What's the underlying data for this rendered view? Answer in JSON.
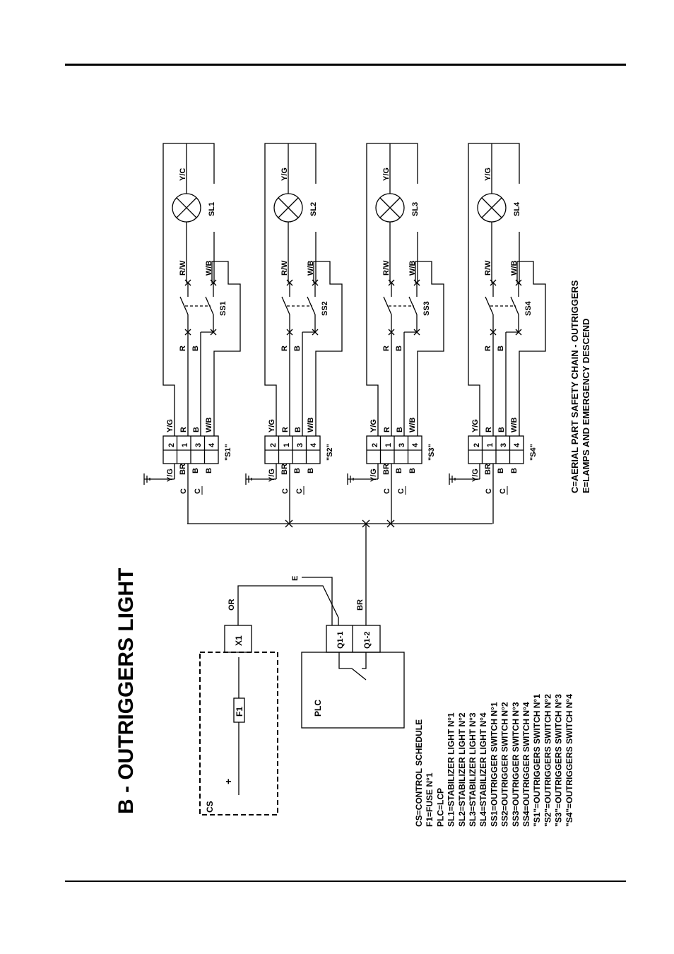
{
  "title": "B - OUTRIGGERS LIGHT",
  "cs_label": "CS",
  "plc_label": "PLC",
  "fuse_label": "F1",
  "plus_label": "+",
  "x1_label": "X1",
  "q1_1_label": "Q1-1",
  "q1_2_label": "Q1-2",
  "wire_or": "OR",
  "wire_br": "BR",
  "wire_e": "E",
  "branches": [
    {
      "lamp": "SL1",
      "switch": "SS1",
      "connector": "\"S1\"",
      "lamp_wire": "Y/C"
    },
    {
      "lamp": "SL2",
      "switch": "SS2",
      "connector": "\"S2\"",
      "lamp_wire": "Y/G"
    },
    {
      "lamp": "SL3",
      "switch": "SS3",
      "connector": "\"S3\"",
      "lamp_wire": "Y/G"
    },
    {
      "lamp": "SL4",
      "switch": "SS4",
      "connector": "\"S4\"",
      "lamp_wire": "Y/G"
    }
  ],
  "connector_pins": [
    "2",
    "1",
    "3",
    "4"
  ],
  "connector_left_wires": [
    "Y/G",
    "BR",
    "B",
    "B"
  ],
  "connector_right_wires": [
    "Y/G",
    "R",
    "B",
    "W/B"
  ],
  "c_label": "C",
  "switch_wires": {
    "r": "R",
    "b": "B",
    "rw": "R/W",
    "wb": "W/B"
  },
  "notes": [
    "C=AERIAL PART SAFETY CHAIN - OUTRIGGERS",
    "E=LAMPS AND EMERGENCY DESCEND"
  ],
  "legend": [
    "CS=CONTROL SCHEDULE",
    "F1=FUSE N°1",
    "PLC=LCP",
    "SL1=STABILIZER LIGHT N°1",
    "SL2=STABILIZER LIGHT N°2",
    "SL3=STABILIZER LIGHT N°3",
    "SL4=STABILIZER LIGHT N°4",
    "SS1=OUTRIGGER SWITCH N°1",
    "SS2=OUTRIGGER SWITCH N°2",
    "SS3=OUTRIGGER SWITCH N°3",
    "SS4=OUTRIGGER SWITCH N°4",
    "\"S1\"=OUTRIGGERS SWITCH N°1",
    "\"S2\"=OUTRIGGERS SWITCH N°2",
    "\"S3\"=OUTRIGGERS SWITCH N°3",
    "\"S4\"=OUTRIGGERS SWITCH N°4"
  ]
}
